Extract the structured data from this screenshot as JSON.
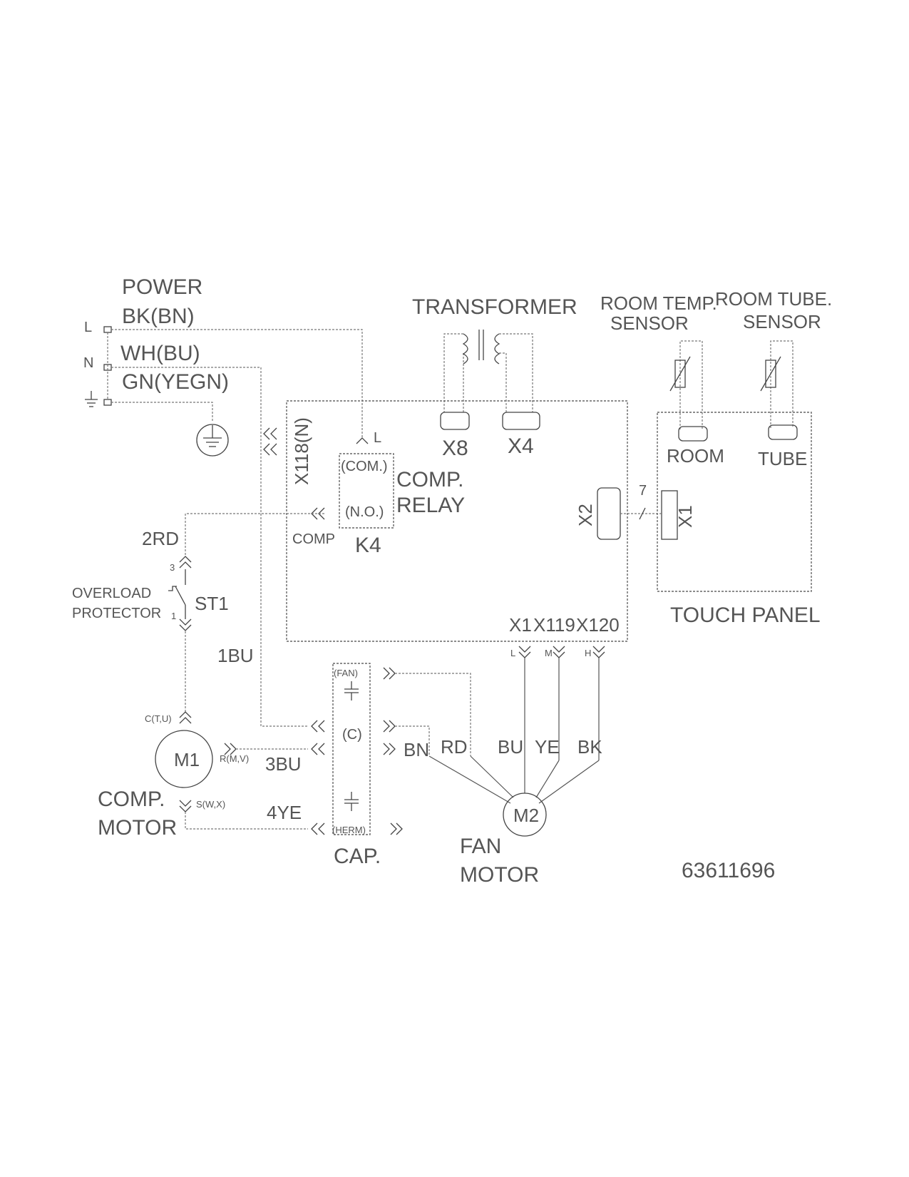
{
  "power": {
    "title": "POWER",
    "l_wire": "BK(BN)",
    "n_wire": "WH(BU)",
    "g_wire": "GN(YEGN)",
    "l": "L",
    "n": "N"
  },
  "transformer": {
    "title": "TRANSFORMER",
    "x8": "X8",
    "x4": "X4"
  },
  "sensors": {
    "room_line1": "ROOM TEMP.",
    "room_line2": "SENSOR",
    "tube_line1": "ROOM TUBE.",
    "tube_line2": "SENSOR",
    "room": "ROOM",
    "tube": "TUBE"
  },
  "board": {
    "x118": "X118(N)",
    "x118_l": "L",
    "com": "(COM.)",
    "no": "(N.O.)",
    "relay_line1": "COMP.",
    "relay_line2": "RELAY",
    "k4": "K4",
    "comp": "COMP",
    "x2": "X2",
    "x1": "X1",
    "x119": "X119",
    "x120": "X120",
    "fan_l": "L",
    "fan_m": "M",
    "fan_h": "H"
  },
  "touch_panel": {
    "title": "TOUCH PANEL",
    "x1": "X1",
    "wires": "7"
  },
  "overload": {
    "line1": "OVERLOAD",
    "line2": "PROTECTOR",
    "st1": "ST1",
    "pin3": "3",
    "pin1": "1",
    "w2rd": "2RD"
  },
  "compressor": {
    "label": "M1",
    "line1": "COMP.",
    "line2": "MOTOR",
    "c": "C(T,U)",
    "r": "R(M,V)",
    "s": "S(W,X)",
    "w1bu": "1BU",
    "w3bu": "3BU",
    "w4ye": "4YE"
  },
  "capacitor": {
    "fan": "(FAN)",
    "c": "(C)",
    "herm": "(HERM)",
    "title": "CAP."
  },
  "fan_motor": {
    "label": "M2",
    "line1": "FAN",
    "line2": "MOTOR",
    "bn": "BN",
    "rd": "RD",
    "bu": "BU",
    "ye": "YE",
    "bk": "BK"
  },
  "part_number": "63611696"
}
